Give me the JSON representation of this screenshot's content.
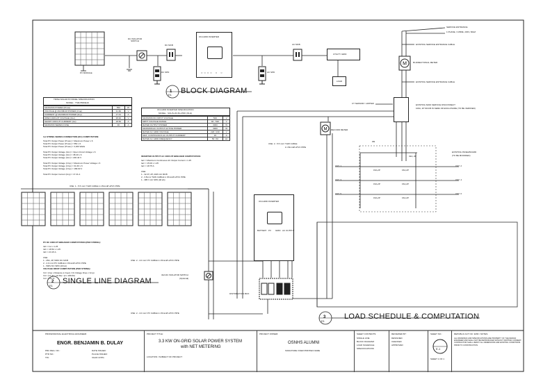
{
  "block_diagram": {
    "title": "BLOCK DIAGRAM",
    "number": "1",
    "sheet_ref": "E1",
    "pv_module": "PV MODULE",
    "dc_isolator": "DC ISOLATOR SWITCH",
    "dc_mcb": "DC MCB",
    "dc_spd": "DC SPD",
    "inverter": "ON-GRID INVERTER",
    "ac_mcb": "AC MCB",
    "ac_spd": "AC SPD",
    "utility_grid": "UTILITY GRID",
    "load": "LOAD"
  },
  "service": {
    "service_entrance": "SERVICE ENTRANCE",
    "service_entrance_spec": "1 PHASE, 3 WIRE, 230V, 60HZ",
    "cable_1": "EXISTING SERVICE ENTRANCE CABLE",
    "meter": "BI-DIRECTIONAL METER",
    "cable_2": "EXISTING SERVICE ENTRANCE CABLE",
    "ct_sensor": "CT SENSOR / LIMITER",
    "main_disconnect": "EXISTING MAIN SERVICE DISCONNECT",
    "main_disconnect_spec": "100A, 2P MCCB IN NEMA 3R ENCLOSURE (TO BE VERIFIED)",
    "record_meter": "RECORD METER",
    "panelboard_tag": "PB",
    "panelboard": "EXISTING PANELBOARD",
    "panelboard_note": "(TO BE MODIFIED)",
    "main_breaker": "32A, 2P",
    "thhn_cable": "USE: 2 - 5.5 mm² THW CABLE",
    "thhn_cable_2": "in 15mmØ uPVC PIPE",
    "circuits": [
      {
        "name": "CKT. 1",
        "rating": "15A,2P"
      },
      {
        "name": "CKT. 3",
        "rating": "15A,2P"
      },
      {
        "name": "CKT. 5",
        "rating": "15A,2P"
      }
    ],
    "circuits_right": [
      {
        "name": "CKT. 2",
        "rating": "15A,2P"
      },
      {
        "name": "CKT. 4",
        "rating": "15A,2P"
      },
      {
        "name": "CKT. 6",
        "rating": "15A,2P"
      }
    ]
  },
  "panel_spec": {
    "title": "TRINA SOLAR PV PANEL SPECIFICATION",
    "model": "MODEL : TSM-550DE19",
    "rows": [
      [
        "MAXIMUM POWER (Pmax)",
        "550",
        "W"
      ],
      [
        "VOLTAGE @ MAXIMUM POWER (Vmp)",
        "31.60",
        "V"
      ],
      [
        "CURRENT @ MAXIMUM POWER (Imp)",
        "17.41",
        "A"
      ],
      [
        "OPEN CIRCUIT VOLTAGE (Voc)",
        "38.40",
        "V"
      ],
      [
        "SHORT CIRCUIT CURRENT (Isc)",
        "18.52",
        "A"
      ],
      [
        "MAXIMUM SERIES FUSE",
        "30",
        "A"
      ]
    ],
    "computation_title": "1st STRING SERIES CONNECTION (DC) COMPUTATION:",
    "computation": [
      "Total PV Output Power (Pmax) = Maximum Power x 6",
      "Total PV Output Power (Pmax) = 550 x 6",
      "Total PV Output Power (Pmax) = 3,300 Watts",
      "",
      "Total PV Output Voltage (Voc) = Open Circuit Voltage x 6",
      "Total PV Output Voltage (Voc) = 38.40 x 6",
      "Total PV Output Voltage (Voc) = 230.40 V",
      "",
      "Total PV Output Voltage (Vmp) = Maximum Power Voltage x 6",
      "Total PV Output Voltage (Vmp) = 31.60 x 6",
      "Total PV Output Voltage (Vmp) = 189.60 V",
      "",
      "Total PV Output Current (Imp) = 17.41 A"
    ]
  },
  "inverter_spec": {
    "title": "ON-GRID INVERTER SPECIFICATION",
    "model": "MODEL : SOLIS-3K-5G-PRO (IN-G)",
    "rows": [
      [
        "MAXIMUM DC INPUT VOLTAGE",
        "500",
        "V"
      ],
      [
        "MPPT VOLTAGE RANGE",
        "90 - 520",
        "V"
      ],
      [
        "RATED OUTPUT POWER",
        "3000",
        "W"
      ],
      [
        "MAXIMUM AC OUTPUT ACTIVE POWER",
        "3300",
        "W"
      ],
      [
        "RATED AC GRID VOLTAGE",
        "220 / 230",
        "V"
      ],
      [
        "MAX. CONTINUOUS AC OUTPUT CURRENT",
        "15",
        "A"
      ],
      [
        "RATED AC GRID FREQUENCY",
        "50 / 60",
        "Hz"
      ]
    ],
    "computation_title": "INVERTER OUTPUT AC CIRCUIT BREAKER COMPUTATION:",
    "computation": [
      "Iacr = Maximum Continuous AC Output Current x 1.25",
      "Iacr = 15.00 x 1.25",
      "Iacr = 18.75 A",
      "",
      "USE:",
      "1 - 32 AT, 2P, 240V AC MCB",
      "2 - 3.5mm² THW CABLE in 15mmØ uPVC PIPE",
      "1 - 385 V AC SPD (40 kA)"
    ]
  },
  "single_line": {
    "title": "SINGLE LINE DIAGRAM",
    "number": "2",
    "sheet_ref": "E1",
    "top_cable": "USE: 1 - 5.5 mm² THW CABLE in 15mmØ uPVC PIPE",
    "inverter": "ON-GRID INVERTER",
    "cable_a": "USE: 2 - 4.0 mm² PV CABLE in 15mmØ uPVC PIPE",
    "cable_b": "USE: 2 - 4.0 mm² PV CABLE in 15mmØ uPVC PIPE",
    "isolator": "32A DC ISOLATOR SWITCH",
    "isolator_note": "(Optional)",
    "distribution_box": "DISTRIBUTION BOX",
    "inverter_ports": [
      "BATTERY",
      "PV",
      "GRID",
      "AC OUTPUT"
    ]
  },
  "dc_breaker": {
    "title": "PV DC CIRCUIT BREAKER COMPUTATION (PER STRING):",
    "lines": [
      "Idcr = Isc x 1.25",
      "Idcr = 18.52 x 1.25",
      "Idcr = 23.15 A",
      "",
      "USE:",
      "1 - 25A, 2P, 500V DC MCB",
      "2 - 4.0 mm² PV CABLE in 15mmØ uPVC PIPE",
      "1 - 500V DC SPD (40 kA)"
    ],
    "vd_title": "VOLTAGE DROP COMPUTATION (PER STRING):",
    "vd_lines": [
      "Vd = (Imp x Distance in Feet) / (% Voltage Drop x Vmp)",
      "Vd = (17.41 x 32.81) / (2 x 189.60)",
      "Vd = 1.51 %"
    ]
  },
  "load_schedule": {
    "title": "LOAD SCHEDULE & COMPUTATION",
    "number": "3",
    "sheet_ref": "E1"
  },
  "title_block": {
    "engineer_label": "PROFESSIONAL ELECTRICAL ENGINEER:",
    "engineer": "ENGR. BENJAMIN B. DULAY",
    "engineer_details": [
      "PRC REG. NO.:",
      "PTR NO.:",
      "TIN:"
    ],
    "engineer_details_right": [
      "DATE ISSUED:",
      "PLACE ISSUED:",
      "VALID UNTIL:"
    ],
    "project_label": "PROJECT TITLE:",
    "project": "3.3 KW ON-GRID SOLAR POWER SYSTEM",
    "project_2": "with NET METERING",
    "location_label": "LOCATION / SUBJECT OF PROJECT",
    "owner_label": "PROJECT OWNER:",
    "owner": "OSNHS ALUMNI",
    "owner_sub": "SIGNATURE OVER PRINTED NAME",
    "contents_label": "SHEET CONTENTS:",
    "contents": [
      "SINGLE LINE",
      "BLOCK DIAGRAM",
      "LOAD SCHEDULE",
      "SPECIFICATIONS"
    ],
    "reviewed_label": "REVIEWED BY:",
    "reviewed": [
      "DESIGNED",
      "CHECKED",
      "APPROVED"
    ],
    "sheet_label": "SHEET NO.:",
    "sheet": "E-1",
    "sheet_of": "SHEET 1 OF 1",
    "notes_label": "REPUBLIC ACT NO. 9266 / NOTES:",
    "notes": "ALL DRAWINGS AND SPECIFICATIONS ARE PROPERTY OF THE DESIGN ENGINEER AND SHALL NOT BE REPRODUCED WITHOUT WRITTEN CONSENT. CONTRACTOR SHALL VERIFY ALL DIMENSIONS AND EXISTING CONDITIONS PRIOR TO CONSTRUCTION."
  }
}
